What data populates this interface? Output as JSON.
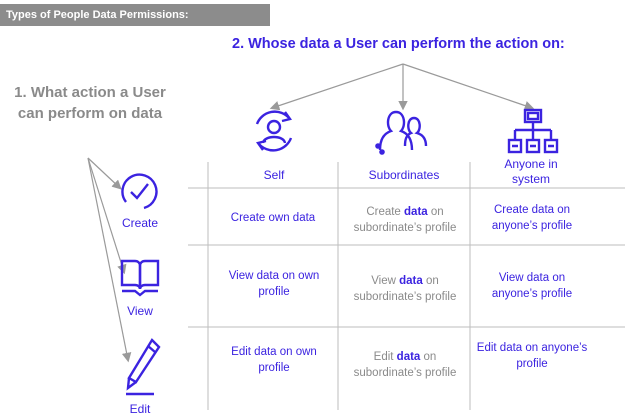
{
  "banner": "Types of People Data Permissions:",
  "heading_whose": "2. Whose data a User can perform the action on:",
  "heading_what": "1. What action a User can perform on data",
  "columns": [
    {
      "label": "Self",
      "icon": "self-cycle-user-icon"
    },
    {
      "label": "Subordinates",
      "icon": "people-group-icon"
    },
    {
      "label": "Anyone in system",
      "icon": "org-chart-icon"
    }
  ],
  "rows": [
    {
      "label": "Create",
      "icon": "check-circle-icon",
      "cells": [
        {
          "text": "Create own data"
        },
        {
          "pre": "Create ",
          "emph": "data",
          "post": " on subordinate’s profile"
        },
        {
          "text": "Create data on anyone’s profile"
        }
      ]
    },
    {
      "label": "View",
      "icon": "open-book-icon",
      "cells": [
        {
          "text": "View data on own profile"
        },
        {
          "pre": "View ",
          "emph": "data",
          "post": " on subordinate’s profile"
        },
        {
          "text": "View data on anyone’s profile"
        }
      ]
    },
    {
      "label": "Edit",
      "icon": "pencil-icon",
      "cells": [
        {
          "text": "Edit data on own profile"
        },
        {
          "pre": "Edit ",
          "emph": "data",
          "post": " on subordinate’s profile"
        },
        {
          "text": "Edit data on anyone’s profile"
        }
      ]
    }
  ],
  "colors": {
    "accent": "#3b23e0",
    "muted": "#8a8a8a",
    "banner": "#8c8c8c"
  }
}
